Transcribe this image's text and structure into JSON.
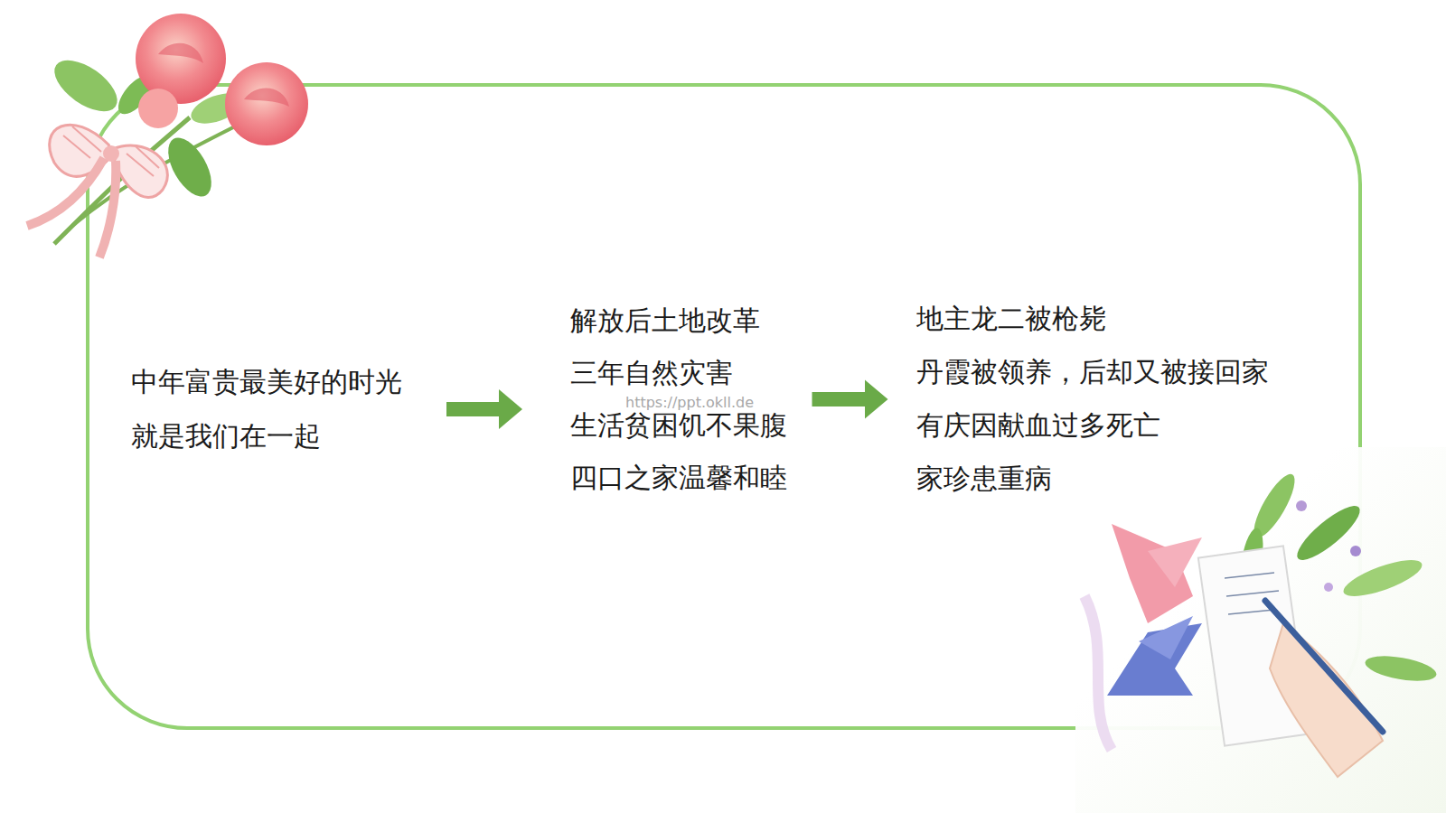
{
  "diagram": {
    "nodes": [
      {
        "text": [
          "中年富贵最美好的时光",
          "就是我们在一起"
        ]
      },
      {
        "text": [
          "解放后土地改革",
          "三年自然灾害",
          "生活贫困饥不果腹",
          "四口之家温馨和睦"
        ]
      },
      {
        "text": [
          "地主龙二被枪毙",
          "丹霞被领养，后却又被接回家",
          "有庆因献血过多死亡",
          "家珍患重病"
        ]
      }
    ],
    "edges": [
      {
        "from": 0,
        "to": 1,
        "arrow": "to"
      },
      {
        "from": 1,
        "to": 2,
        "arrow": "to"
      }
    ],
    "labels": [
      "https://ppt.okll.de"
    ]
  }
}
